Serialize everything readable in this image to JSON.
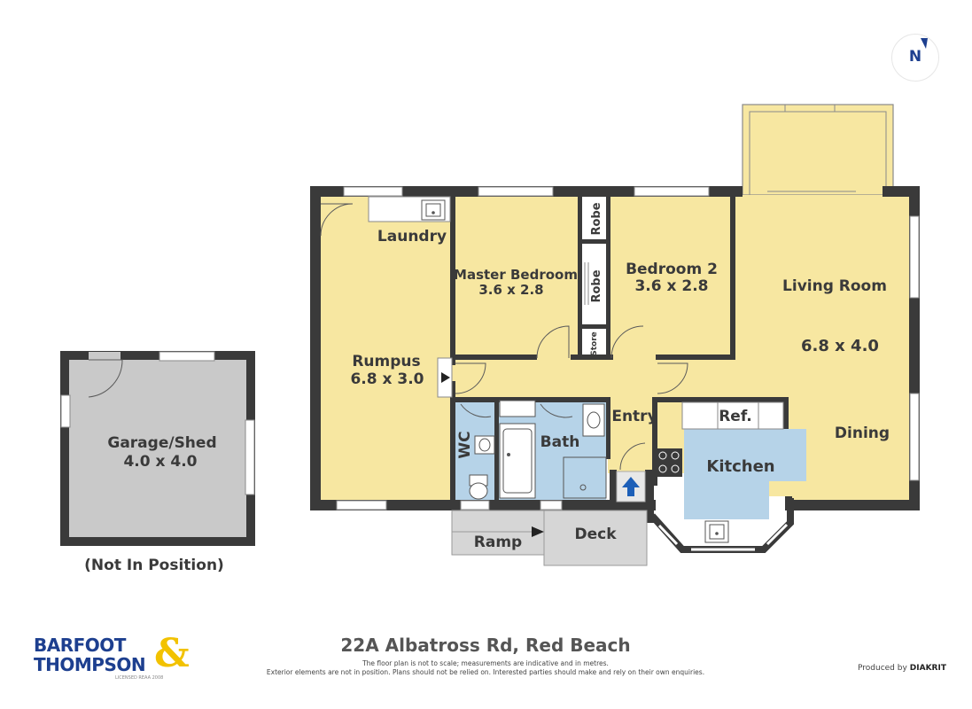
{
  "compass": {
    "label": "N"
  },
  "rooms": {
    "laundry": "Laundry",
    "master_bedroom": {
      "name": "Master Bedroom",
      "dims": "3.6 x 2.8"
    },
    "robe_1": "Robe",
    "robe_2": "Robe",
    "store": "Store",
    "bedroom_2": {
      "name": "Bedroom 2",
      "dims": "3.6 x 2.8"
    },
    "living_room": {
      "name": "Living Room",
      "dims": "6.8 x 4.0"
    },
    "rumpus": {
      "name": "Rumpus",
      "dims": "6.8 x 3.0"
    },
    "wc": "WC",
    "bath": "Bath",
    "entry": "Entry",
    "ref": "Ref.",
    "kitchen": "Kitchen",
    "dining": "Dining",
    "ramp": "Ramp",
    "deck": "Deck",
    "garage": {
      "name": "Garage/Shed",
      "dims": "4.0 x 4.0"
    }
  },
  "garage_note": "(Not In Position)",
  "address": "22A Albatross Rd, Red Beach",
  "disclaimer": {
    "line1": "The floor plan is not to scale; measurements are indicative and in metres.",
    "line2": "Exterior elements are not in position. Plans should not be relied on. Interested parties should make and rely on their own enquiries."
  },
  "brand": {
    "line1": "BARFOOT",
    "line2": "THOMPSON",
    "ampersand": "&",
    "sub": "LICENSED REAA 2008"
  },
  "produced_by": {
    "prefix": "Produced by",
    "name": "DIAKRIT"
  },
  "colors": {
    "yellow_room": "#f7e7a1",
    "blue_room": "#b6d3e8",
    "grey_room": "#c9c9c9",
    "wall": "#3a3a3a",
    "brand_blue": "#1d3f8f",
    "brand_yellow": "#f2c200",
    "entry_arrow": "#1d5fb8"
  }
}
